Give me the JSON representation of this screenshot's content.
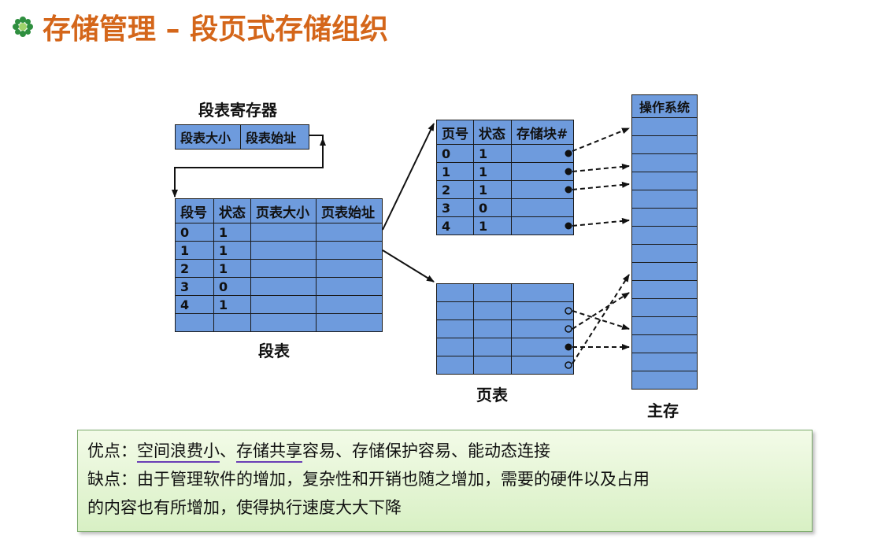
{
  "title": "存储管理 – 段页式存储组织",
  "title_color": "#d4661a",
  "bullet_icon": "flower-bullet-icon",
  "seg_register": {
    "label": "段表寄存器",
    "fields": [
      "段表大小",
      "段表始址"
    ]
  },
  "segment_table": {
    "caption": "段表",
    "headers": [
      "段号",
      "状态",
      "页表大小",
      "页表始址"
    ],
    "rows": [
      [
        "0",
        "1",
        "",
        ""
      ],
      [
        "1",
        "1",
        "",
        ""
      ],
      [
        "2",
        "1",
        "",
        ""
      ],
      [
        "3",
        "0",
        "",
        ""
      ],
      [
        "4",
        "1",
        "",
        ""
      ],
      [
        "",
        "",
        "",
        ""
      ]
    ]
  },
  "page_table_1": {
    "headers": [
      "页号",
      "状态",
      "存储块#"
    ],
    "rows": [
      [
        "0",
        "1",
        ""
      ],
      [
        "1",
        "1",
        ""
      ],
      [
        "2",
        "1",
        ""
      ],
      [
        "3",
        "0",
        ""
      ],
      [
        "4",
        "1",
        ""
      ]
    ]
  },
  "page_table_2": {
    "caption": "页表",
    "rows": [
      [
        "",
        "",
        ""
      ],
      [
        "",
        "",
        ""
      ],
      [
        "",
        "",
        ""
      ],
      [
        "",
        "",
        ""
      ],
      [
        "",
        "",
        ""
      ],
      [
        "",
        "",
        ""
      ]
    ]
  },
  "main_memory": {
    "caption": "主存",
    "top_label": "操作系统"
  },
  "notes": {
    "advantages_label": "优点：",
    "advantages_underlined_1": "空间浪费小",
    "sep1": "、",
    "advantages_underlined_2": "存储共享",
    "advantages_rest": "容易、存储保护容易、能动态连接",
    "disadvantages_label": "缺点：",
    "disadvantages_text_1": "由于管理软件的增加，复杂性和开销也随之增加，需要的硬件以及占用",
    "disadvantages_text_2": "的内容也有所增加，使得执行速度大大下降"
  },
  "colors": {
    "cell": "#6e9bdd",
    "note_bg": "#d8f0c4",
    "underline": "#6a3fb5"
  }
}
